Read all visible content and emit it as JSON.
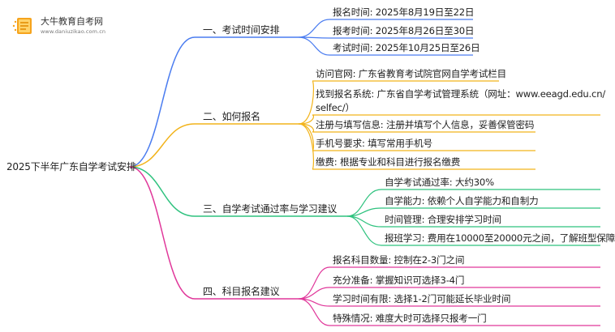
{
  "logo": {
    "name": "大牛教育自考网",
    "url": "www.daniuzikao.com.cn"
  },
  "root": {
    "label": "2025下半年广东自学考试安排"
  },
  "branches": [
    {
      "label": "一、考试时间安排",
      "color": "#4a7cf0",
      "leaves": [
        "报名时间: 2025年8月19日至22日",
        "报考时间: 2025年8月26日至30日",
        "考试时间: 2025年10月25日至26日"
      ]
    },
    {
      "label": "二、如何报名",
      "color": "#f2b31a",
      "leaves": [
        "访问官网: 广东省教育考试院官网自学考试栏目",
        "找到报名系统: 广东省自学考试管理系统（网址：www.eeagd.edu.cn/",
        "selfec/）",
        "注册与填写信息: 注册并填写个人信息，妥善保管密码",
        "手机号要求: 填写常用手机号",
        "缴费: 根据专业和科目进行报名缴费"
      ]
    },
    {
      "label": "三、自学考试通过率与学习建议",
      "color": "#2ec27e",
      "leaves": [
        "自学考试通过率: 大约30%",
        "自学能力: 依赖个人自学能力和自制力",
        "时间管理: 合理安排学习时间",
        "报班学习: 费用在10000至20000元之间，了解班型保障"
      ]
    },
    {
      "label": "四、科目报名建议",
      "color": "#e0379a",
      "leaves": [
        "报名科目数量: 控制在2-3门之间",
        "充分准备: 掌握知识可选择3-4门",
        "学习时间有限: 选择1-2门可能延长毕业时间",
        "特殊情况: 难度大时可选择只报考一门"
      ]
    }
  ]
}
